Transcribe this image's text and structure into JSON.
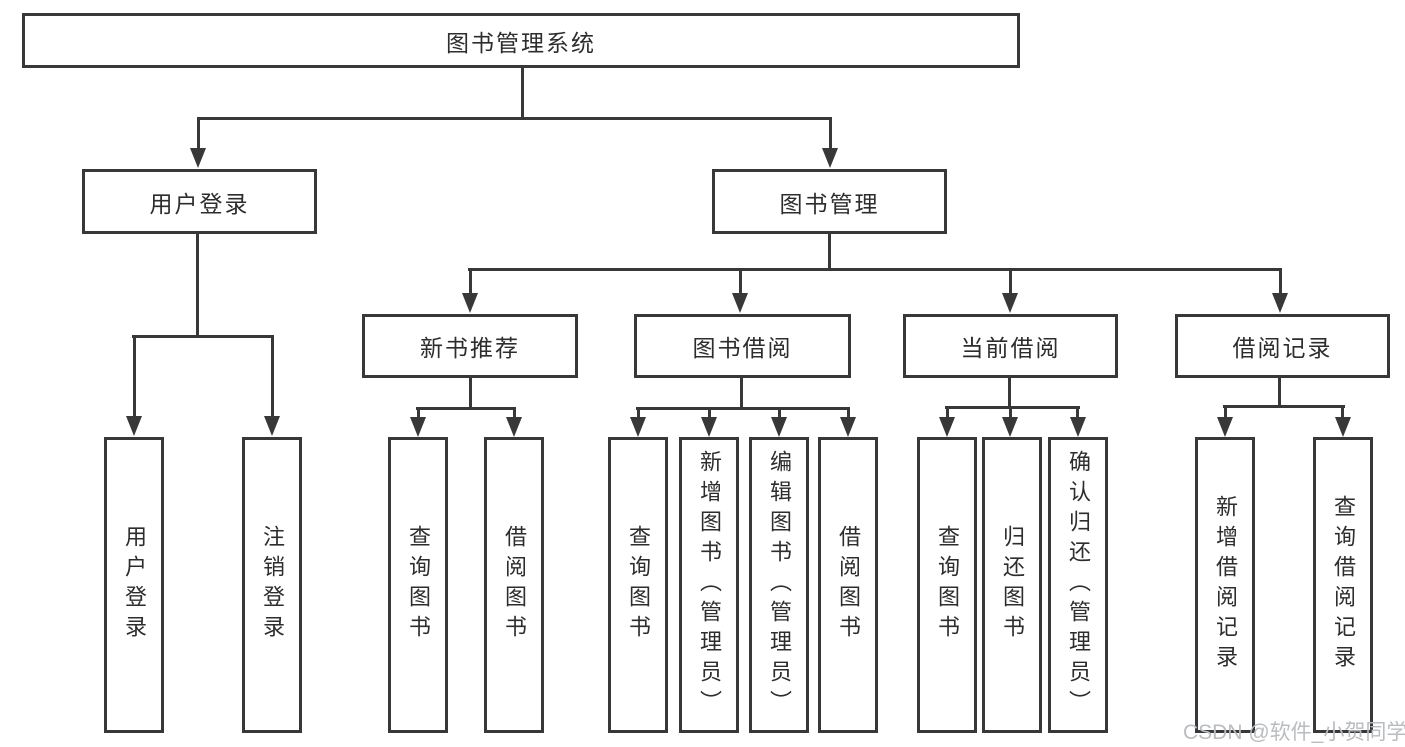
{
  "nodes": {
    "root": {
      "label": "图书管理系统"
    },
    "level2": [
      {
        "label": "用户登录"
      },
      {
        "label": "图书管理"
      }
    ],
    "level3": [
      {
        "label": "新书推荐"
      },
      {
        "label": "图书借阅"
      },
      {
        "label": "当前借阅"
      },
      {
        "label": "借阅记录"
      }
    ],
    "leaves": [
      {
        "label": "用户登录"
      },
      {
        "label": "注销登录"
      },
      {
        "label": "查询图书"
      },
      {
        "label": "借阅图书"
      },
      {
        "label": "查询图书"
      },
      {
        "label": "新增图书（管理员）"
      },
      {
        "label": "编辑图书（管理员）"
      },
      {
        "label": "借阅图书"
      },
      {
        "label": "查询图书"
      },
      {
        "label": "归还图书"
      },
      {
        "label": "确认归还（管理员）"
      },
      {
        "label": "新增借阅记录"
      },
      {
        "label": "查询借阅记录"
      }
    ]
  },
  "watermark": {
    "text": "CSDN @软件_小贺同学"
  },
  "colors": {
    "line": "#383838",
    "text": "#2d2d2d",
    "background": "#ffffff",
    "watermark": "#b9bcc1"
  }
}
